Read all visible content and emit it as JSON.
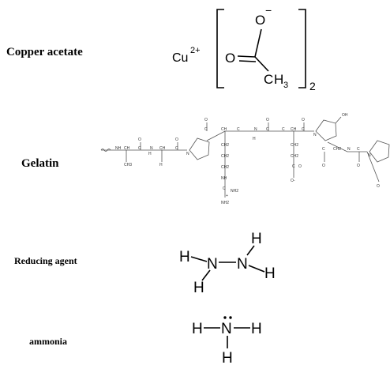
{
  "labels": {
    "copper": "Copper acetate",
    "gelatin": "Gelatin",
    "reducing": "Reducing agent",
    "ammonia": "ammonia"
  },
  "copper_acetate": {
    "cation": "Cu",
    "charge": "2+",
    "oxygen_top": "O",
    "minus": "−",
    "oxygen_left": "O",
    "carbon": "C",
    "h": "H",
    "h_sub": "3",
    "count": "2"
  },
  "gelatin_atoms": {
    "o": "O",
    "ch": "CH",
    "c": "C",
    "n": "N",
    "nh": "NH",
    "h": "H",
    "ch2": "CH2",
    "ch3": "CH3",
    "oh": "OH",
    "nh2": "NH2",
    "plus": "+",
    "ominus": "O-"
  },
  "hydrazine": {
    "h": "H",
    "n": "N"
  },
  "ammonia_atoms": {
    "h": "H",
    "n": "N"
  }
}
